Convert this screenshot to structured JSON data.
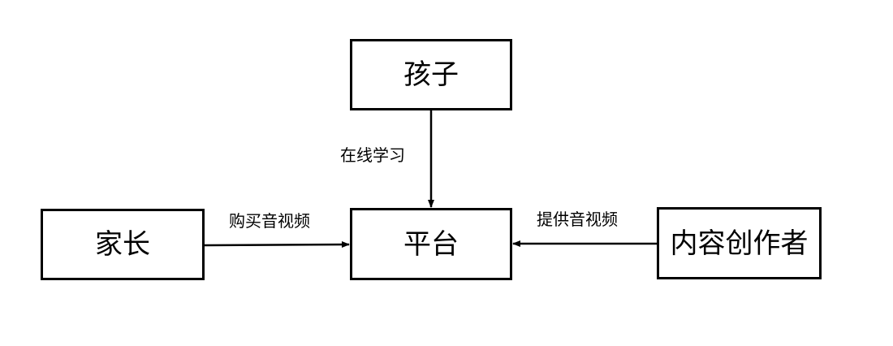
{
  "nodes": {
    "child": "孩子",
    "parent": "家长",
    "platform": "平台",
    "creator": "内容创作者"
  },
  "edges": {
    "child_to_platform": "在线学习",
    "parent_to_platform": "购买音视频",
    "creator_to_platform": "提供音视频"
  },
  "colors": {
    "stroke": "#000000",
    "background": "#ffffff"
  }
}
